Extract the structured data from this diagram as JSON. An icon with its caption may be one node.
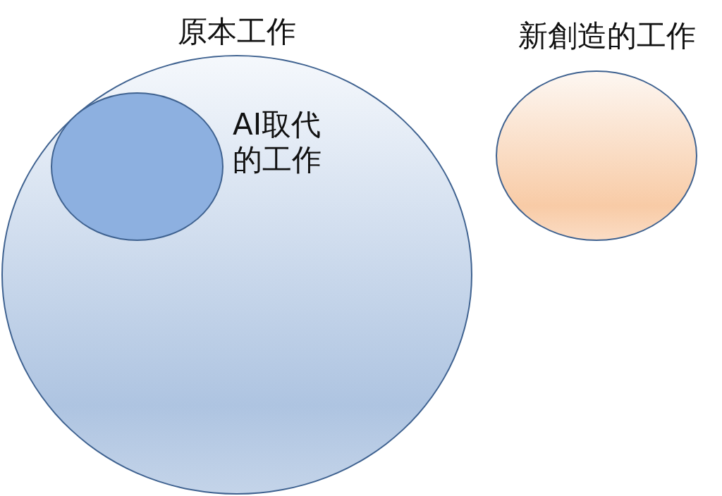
{
  "diagram": {
    "nodes": [
      {
        "text": [
          "原本工作"
        ]
      },
      {
        "text": [
          "AI取代的工作"
        ],
        "in": 0
      },
      {
        "text": [
          "新創造的工作"
        ]
      }
    ]
  }
}
